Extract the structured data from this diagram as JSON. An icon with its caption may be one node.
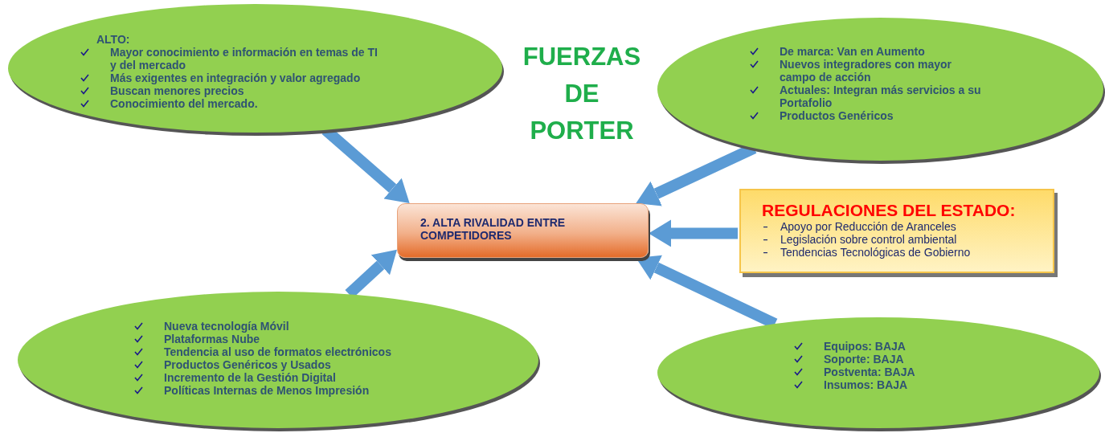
{
  "diagram": {
    "title": "FUERZAS DE PORTER",
    "nodes": [
      {
        "text": [
          "ALTO:",
          "Mayor conocimiento e información en temas de TI y del mercado",
          "Más exigentes en integración y valor agregado",
          "Buscan menores precios",
          "Conocimiento del mercado."
        ]
      },
      {
        "text": [
          "De marca: Van en Aumento",
          "Nuevos integradores con mayor campo de acción",
          "Actuales: Integran más servicios a su Portafolio",
          "Productos Genéricos"
        ]
      },
      {
        "text": [
          "2. ALTA RIVALIDAD ENTRE COMPETIDORES"
        ]
      },
      {
        "text": [
          "REGULACIONES DEL ESTADO:",
          "Apoyo por Reducción de Aranceles",
          "Legislación sobre control ambiental",
          "Tendencias Tecnológicas de Gobierno"
        ]
      },
      {
        "text": [
          "Nueva tecnología Móvil",
          "Plataformas Nube",
          "Tendencia al uso de formatos electrónicos",
          "Productos Genéricos y Usados",
          "Incremento de la Gestión Digital",
          "Políticas Internas de Menos Impresión"
        ]
      },
      {
        "text": [
          "Equipos: BAJA",
          "Soporte: BAJA",
          "Postventa: BAJA",
          "Insumos: BAJA"
        ]
      }
    ],
    "edges": [
      {
        "from": 0,
        "to": 2,
        "arrow": "to"
      },
      {
        "from": 1,
        "to": 2,
        "arrow": "to"
      },
      {
        "from": 3,
        "to": 2,
        "arrow": "to"
      },
      {
        "from": 4,
        "to": 2,
        "arrow": "to"
      },
      {
        "from": 5,
        "to": 2,
        "arrow": "to"
      }
    ]
  }
}
